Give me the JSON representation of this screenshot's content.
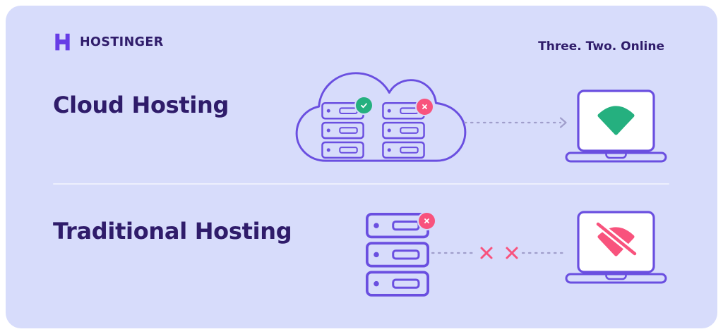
{
  "header": {
    "brand": "HOSTINGER",
    "tagline": "Three. Two. Online"
  },
  "rows": [
    {
      "title": "Cloud Hosting",
      "illustration": {
        "name": "cloud-with-two-server-stacks",
        "badges": [
          "check-badge",
          "cross-badge"
        ],
        "connector": "dashed-arrow-right",
        "device": "laptop-with-wifi-on"
      }
    },
    {
      "title": "Traditional Hosting",
      "illustration": {
        "name": "single-server-stack",
        "badges": [
          "cross-badge"
        ],
        "connector": "broken-dashed-line-with-two-crosses",
        "device": "laptop-with-wifi-off"
      }
    }
  ],
  "colors": {
    "background": "#d7dcfb",
    "surface": "#ffffff",
    "brand_purple": "#673de6",
    "outline_purple": "#6a4fe0",
    "heading_text": "#2f1c6a",
    "success_green": "#25b07f",
    "danger_pink": "#f8537d",
    "connector": "#a09ecb",
    "divider": "#edf0fd",
    "screen_white": "#ffffff"
  }
}
